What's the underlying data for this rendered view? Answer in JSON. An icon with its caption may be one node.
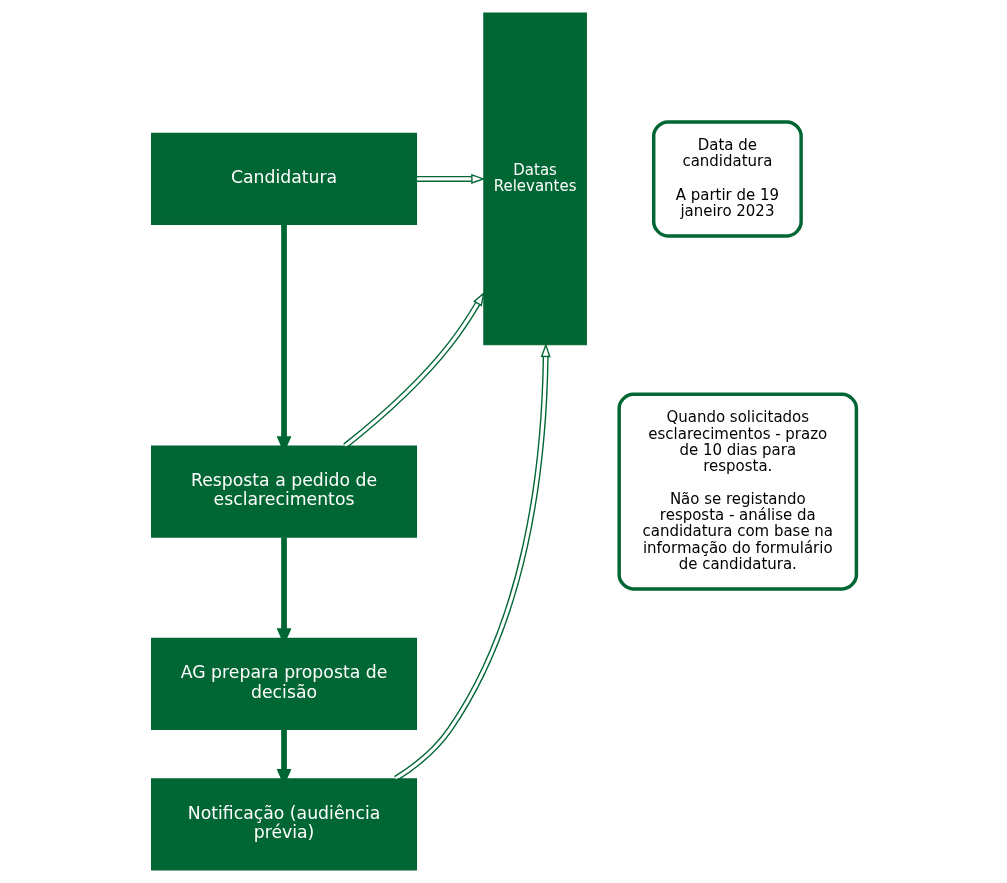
{
  "diagram": {
    "nodes": [
      {
        "text": [
          "Candidatura"
        ]
      },
      {
        "text": [
          "Resposta a pedido de esclarecimentos"
        ]
      },
      {
        "text": [
          "AG prepara proposta de decisão"
        ]
      },
      {
        "text": [
          "Notificação (audiência prévia)"
        ]
      },
      {
        "text": [
          "Datas Relevantes"
        ]
      },
      {
        "text": [
          "Data de candidatura",
          "A partir de 19 janeiro 2023"
        ]
      },
      {
        "text": [
          "Quando solicitados esclarecimentos - prazo de 10 dias para resposta.",
          "Não se registando resposta - análise da candidatura com base na informação do formulário de candidatura."
        ]
      }
    ],
    "edges": [
      {
        "from": 0,
        "to": 1,
        "arrow": "to",
        "style": "thick"
      },
      {
        "from": 1,
        "to": 2,
        "arrow": "to",
        "style": "thick"
      },
      {
        "from": 2,
        "to": 3,
        "arrow": "to",
        "style": "thick"
      },
      {
        "from": 0,
        "to": 4,
        "arrow": "to"
      },
      {
        "from": 1,
        "to": 4,
        "arrow": "to"
      },
      {
        "from": 3,
        "to": 4,
        "arrow": "to"
      }
    ]
  }
}
